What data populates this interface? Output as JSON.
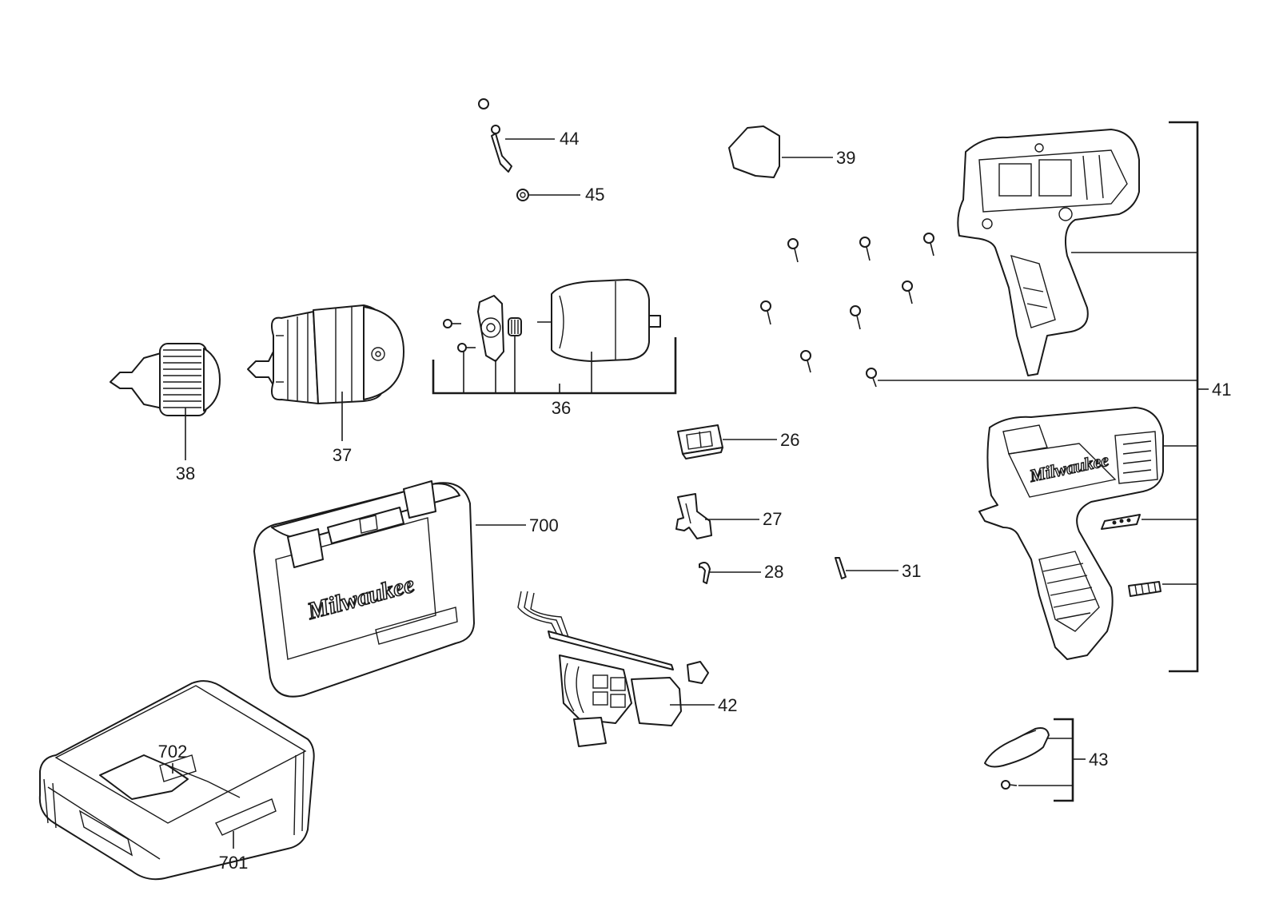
{
  "callouts": {
    "c26": "26",
    "c27": "27",
    "c28": "28",
    "c31": "31",
    "c36": "36",
    "c37": "37",
    "c38": "38",
    "c39": "39",
    "c41": "41",
    "c42": "42",
    "c43": "43",
    "c44": "44",
    "c45": "45",
    "c700": "700",
    "c701": "701",
    "c702": "702"
  },
  "branding": {
    "case_logo": "Milwaukee",
    "housing_logo": "Milwaukee"
  },
  "colors": {
    "line": "#1a1a1a",
    "background": "#ffffff"
  }
}
